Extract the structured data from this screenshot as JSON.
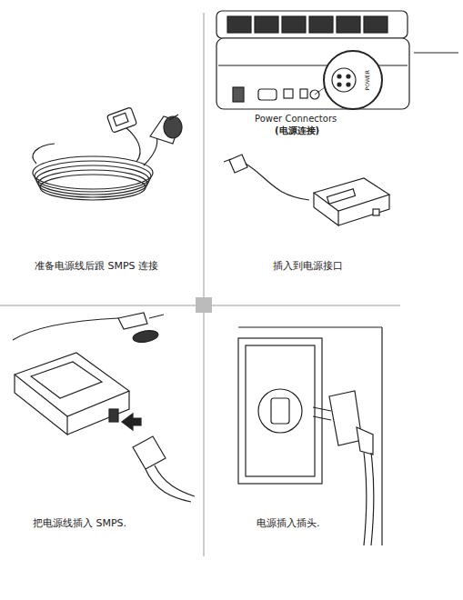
{
  "diagram": {
    "labels": [
      "Power Connectors",
      "(电源连接)",
      "POWER",
      "准备电源线后跟 SMPS 连接",
      "插入到电源接口",
      "把电源线插入 SMPS.",
      "电源插入插头."
    ]
  }
}
